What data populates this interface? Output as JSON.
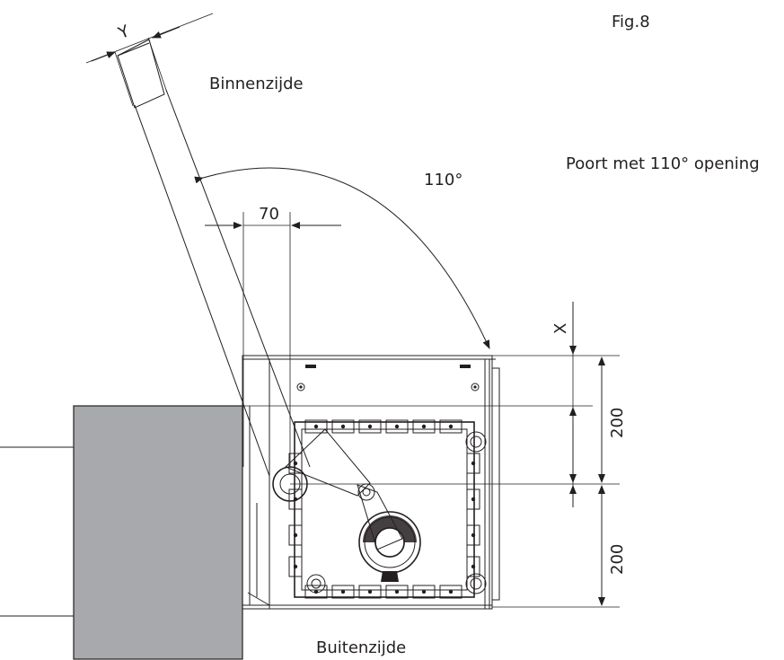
{
  "labels": {
    "figure": "Fig.8",
    "inside": "Binnenzijde",
    "outside": "Buitenzijde",
    "caption": "Poort met 110° opening",
    "angle": "110°"
  },
  "dimensions": {
    "y_label": "Y",
    "x_label": "X",
    "offset_70": "70",
    "spacing_upper": "200",
    "spacing_lower": "200"
  },
  "colors": {
    "line": "#231f20",
    "pillar": "#a7a9ac",
    "fill_light": "#ffffff"
  }
}
